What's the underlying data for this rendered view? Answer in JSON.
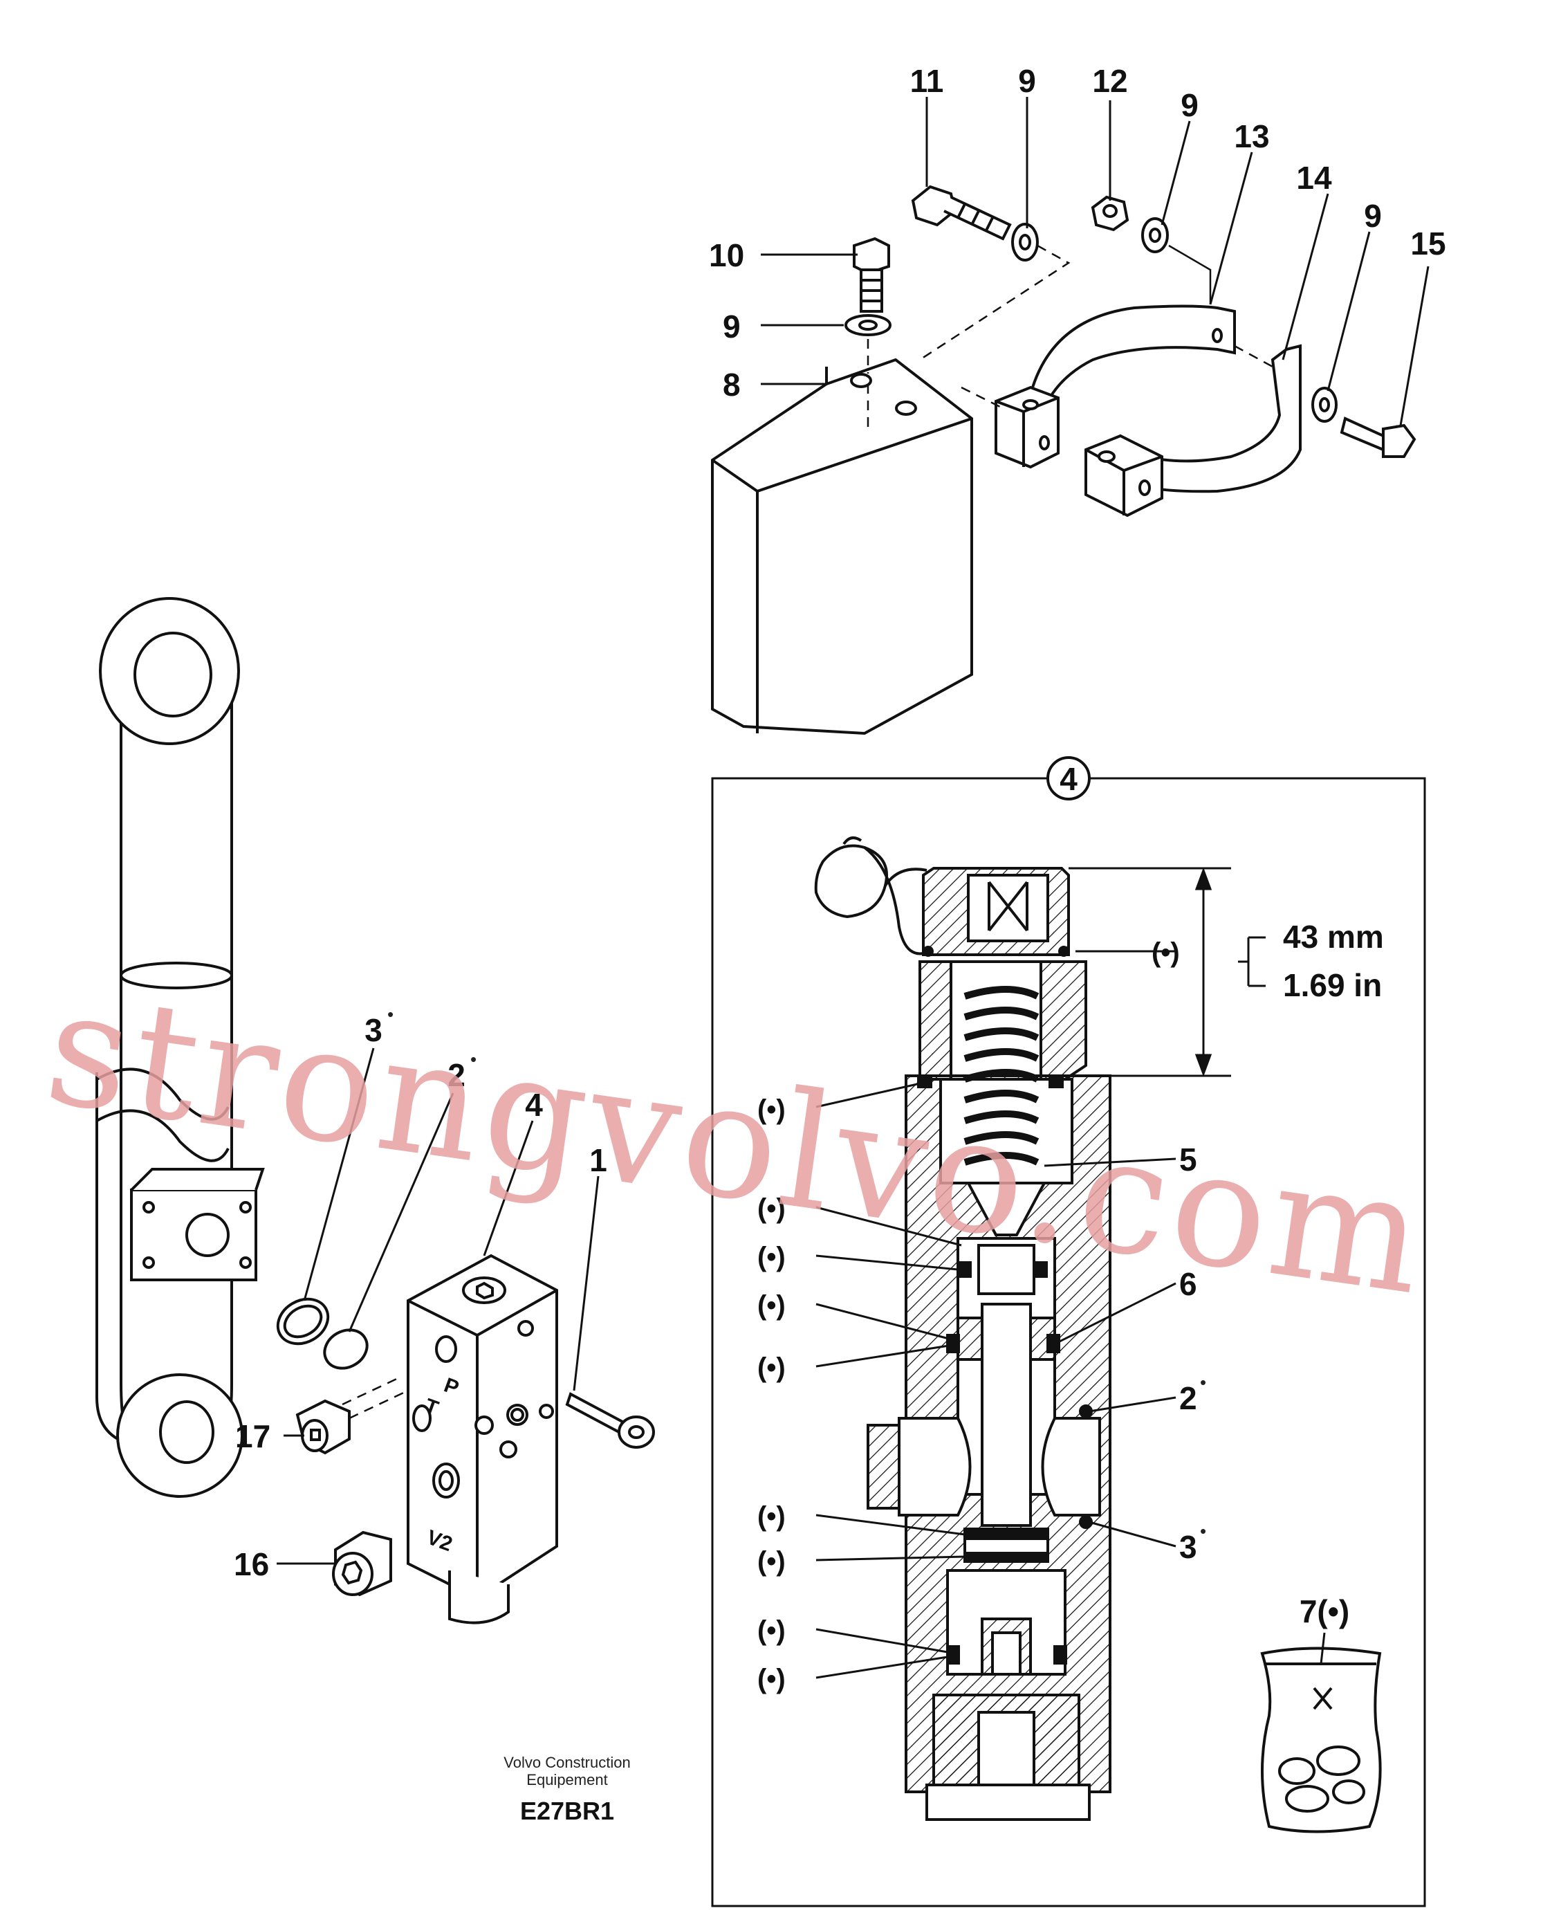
{
  "callouts": {
    "c1": "1",
    "c2": "2",
    "c3": "3",
    "c4": "4",
    "c5": "5",
    "c6": "6",
    "c7": "7(•)",
    "c8": "8",
    "c9": "9",
    "c10": "10",
    "c11": "11",
    "c12": "12",
    "c13": "13",
    "c14": "14",
    "c15": "15",
    "c16": "16",
    "c17": "17"
  },
  "seal_mark": "(•)",
  "dot": "•",
  "detail_number": "4",
  "dimension": {
    "metric": "43 mm",
    "imperial": "1.69 in"
  },
  "port_labels": {
    "p": "P",
    "t": "T",
    "v2": "V2"
  },
  "watermark": "strongvolvo.com",
  "footer": {
    "company_line1": "Volvo Construction",
    "company_line2": "Equipement",
    "code": "E27BR1"
  },
  "colors": {
    "line": "#111111",
    "watermark": "#e8a0a0",
    "background": "#ffffff"
  }
}
